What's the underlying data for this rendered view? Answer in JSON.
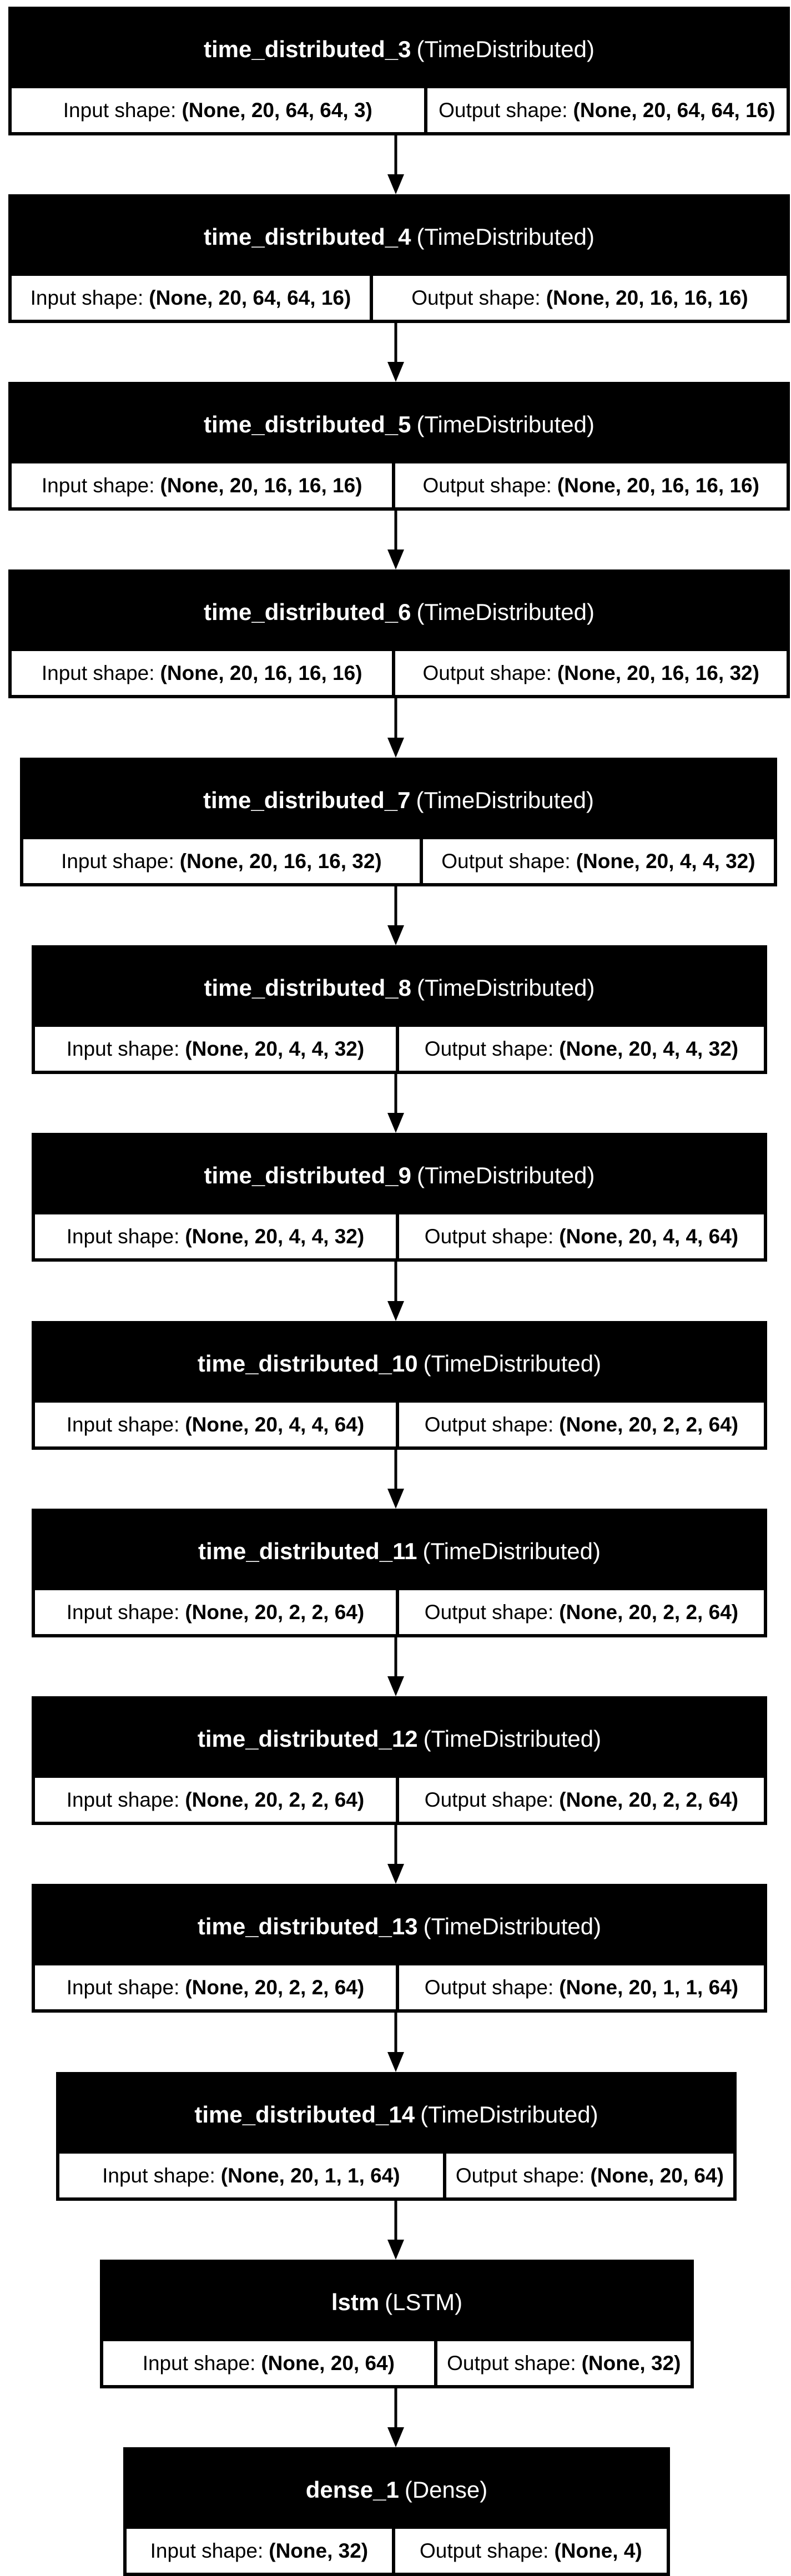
{
  "labels": {
    "input": "Input shape:",
    "output": "Output shape:"
  },
  "layers": [
    {
      "name": "time_distributed_3",
      "type": "(TimeDistributed)",
      "input": "(None, 20, 64, 64, 3)",
      "output": "(None, 20, 64, 64, 16)"
    },
    {
      "name": "time_distributed_4",
      "type": "(TimeDistributed)",
      "input": "(None, 20, 64, 64, 16)",
      "output": "(None, 20, 16, 16, 16)"
    },
    {
      "name": "time_distributed_5",
      "type": "(TimeDistributed)",
      "input": "(None, 20, 16, 16, 16)",
      "output": "(None, 20, 16, 16, 16)"
    },
    {
      "name": "time_distributed_6",
      "type": "(TimeDistributed)",
      "input": "(None, 20, 16, 16, 16)",
      "output": "(None, 20, 16, 16, 32)"
    },
    {
      "name": "time_distributed_7",
      "type": "(TimeDistributed)",
      "input": "(None, 20, 16, 16, 32)",
      "output": "(None, 20, 4, 4, 32)"
    },
    {
      "name": "time_distributed_8",
      "type": "(TimeDistributed)",
      "input": "(None, 20, 4, 4, 32)",
      "output": "(None, 20, 4, 4, 32)"
    },
    {
      "name": "time_distributed_9",
      "type": "(TimeDistributed)",
      "input": "(None, 20, 4, 4, 32)",
      "output": "(None, 20, 4, 4, 64)"
    },
    {
      "name": "time_distributed_10",
      "type": "(TimeDistributed)",
      "input": "(None, 20, 4, 4, 64)",
      "output": "(None, 20, 2, 2, 64)"
    },
    {
      "name": "time_distributed_11",
      "type": "(TimeDistributed)",
      "input": "(None, 20, 2, 2, 64)",
      "output": "(None, 20, 2, 2, 64)"
    },
    {
      "name": "time_distributed_12",
      "type": "(TimeDistributed)",
      "input": "(None, 20, 2, 2, 64)",
      "output": "(None, 20, 2, 2, 64)"
    },
    {
      "name": "time_distributed_13",
      "type": "(TimeDistributed)",
      "input": "(None, 20, 2, 2, 64)",
      "output": "(None, 20, 1, 1, 64)"
    },
    {
      "name": "time_distributed_14",
      "type": "(TimeDistributed)",
      "input": "(None, 20, 1, 1, 64)",
      "output": "(None, 20, 64)"
    },
    {
      "name": "lstm",
      "type": "(LSTM)",
      "input": "(None, 20, 64)",
      "output": "(None, 32)"
    },
    {
      "name": "dense_1",
      "type": "(Dense)",
      "input": "(None, 32)",
      "output": "(None, 4)"
    }
  ]
}
